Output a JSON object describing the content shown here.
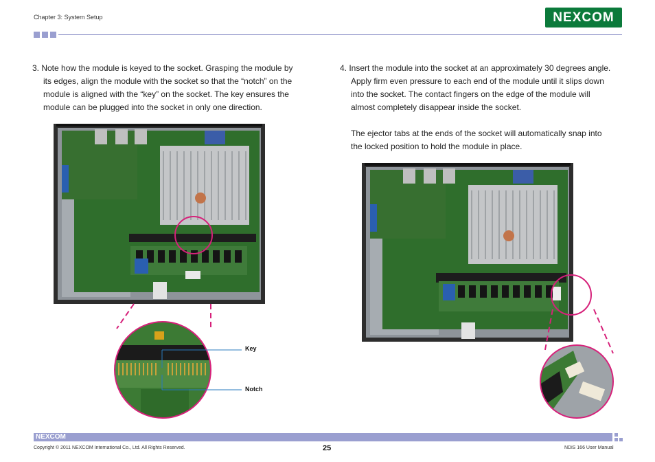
{
  "header": {
    "chapter": "Chapter 3: System Setup",
    "logo_text": "NEXCOM"
  },
  "step3": {
    "line1": "3. Note how the module is keyed to the socket. Grasping the module by",
    "line2": "its edges, align the module with the socket so that the “notch” on the",
    "line3": "module is aligned with the “key” on the socket. The key ensures the",
    "line4": "module can be plugged into the socket in only one direction."
  },
  "step4": {
    "line1": "4. Insert the module into the socket at an approximately 30 degrees angle.",
    "line2": "Apply firm even pressure to each end of the module until it slips down",
    "line3": "into the socket. The contact fingers on the edge of the module will",
    "line4": "almost completely disappear inside the socket.",
    "line5": "The ejector tabs at the ends of the socket will automatically snap into",
    "line6": "the locked position to hold the module in place."
  },
  "callouts": {
    "key": "Key",
    "notch": "Notch"
  },
  "footer": {
    "logo_text": "NEXCOM",
    "copyright": "Copyright © 2011 NEXCOM International Co., Ltd. All Rights Reserved.",
    "page_number": "25",
    "manual": "NDiS 166 User Manual"
  },
  "colors": {
    "accent": "#9a9fd0",
    "logo_green": "#0b7a3b",
    "callout_magenta": "#d6217a",
    "callout_blue": "#2a7bbf"
  }
}
